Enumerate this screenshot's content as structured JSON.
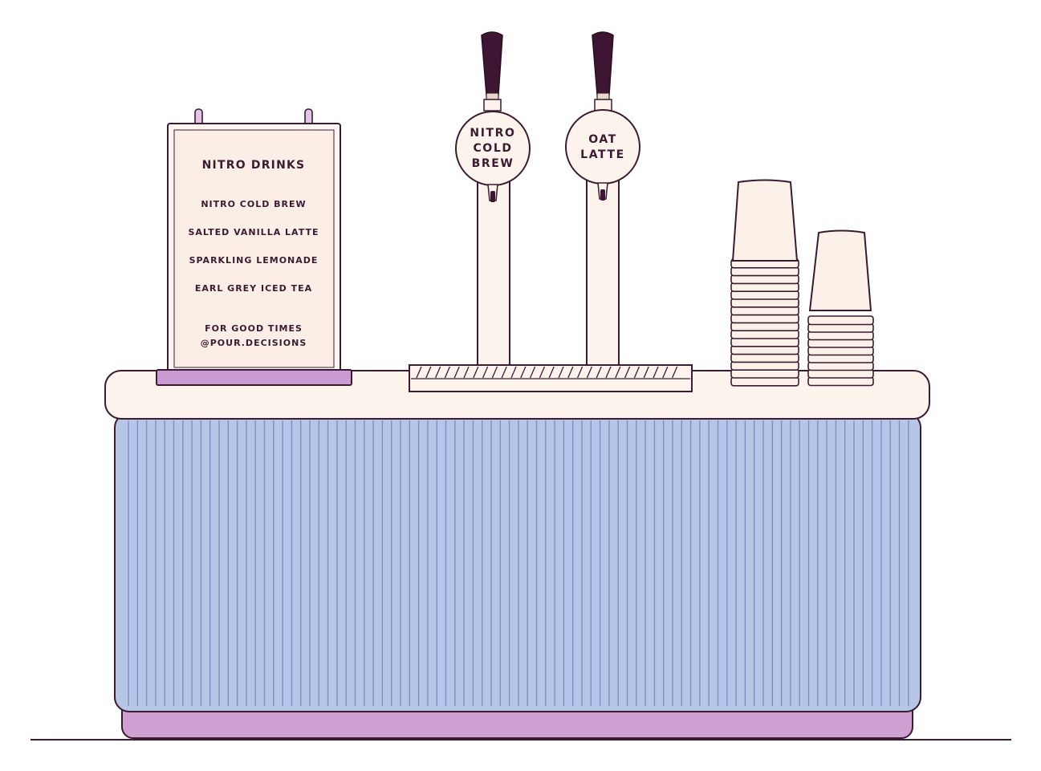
{
  "menu": {
    "title": "NITRO DRINKS",
    "items": [
      "NITRO COLD BREW",
      "SALTED VANILLA LATTE",
      "SPARKLING LEMONADE",
      "EARL GREY ICED TEA"
    ],
    "footer_line1": "FOR GOOD TIMES",
    "footer_line2": "@POUR.DECISIONS"
  },
  "taps": [
    {
      "label_lines": [
        "NITRO",
        "COLD",
        "BREW"
      ]
    },
    {
      "label_lines": [
        "OAT",
        "LATTE"
      ]
    }
  ],
  "colors": {
    "outline": "#3b1b31",
    "cream": "#fbf3ec",
    "panel_blue": "#b6c6e6",
    "panel_line": "#7f8fc4",
    "plinth_purple": "#cfa0d0",
    "sign_base": "#c99ad3",
    "tap_handle": "#3e1533"
  }
}
